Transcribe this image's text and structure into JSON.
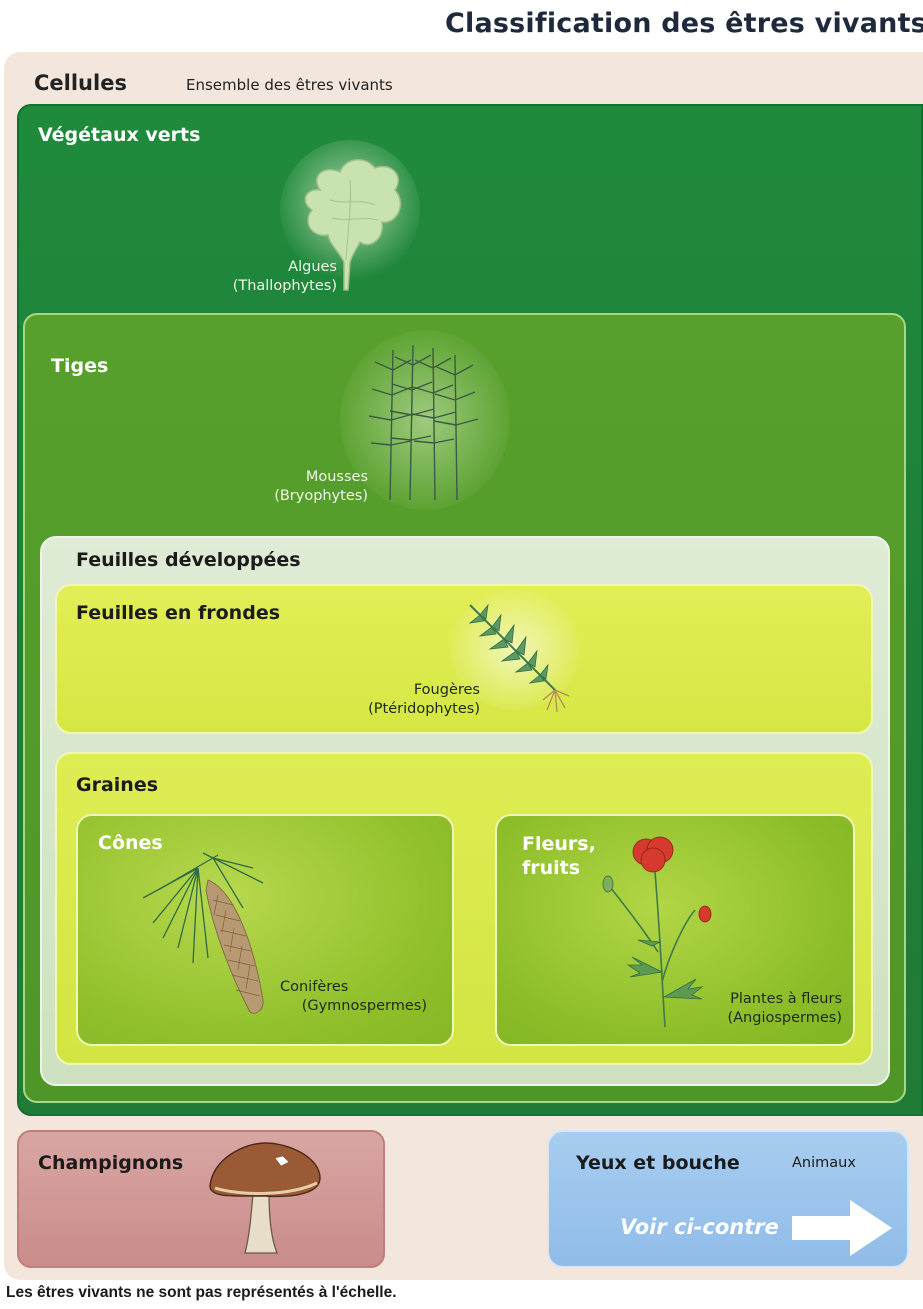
{
  "title": "Classification des êtres vivants",
  "outer": {
    "label": "Cellules",
    "subtitle": "Ensemble des êtres vivants"
  },
  "green_plants": {
    "label": "Végétaux verts",
    "caption": [
      "Algues",
      "(Thallophytes)"
    ]
  },
  "stems": {
    "label": "Tiges",
    "caption": [
      "Mousses",
      "(Bryophytes)"
    ]
  },
  "leaves": {
    "label": "Feuilles développées"
  },
  "fronds": {
    "label": "Feuilles en frondes",
    "caption": [
      "Fougères",
      "(Ptéridophytes)"
    ]
  },
  "seeds": {
    "label": "Graines"
  },
  "cones": {
    "label": "Cônes",
    "caption": [
      "Conifères",
      "(Gymnospermes)"
    ]
  },
  "flowers": {
    "label_line1": "Fleurs,",
    "label_line2": "fruits",
    "caption": [
      "Plantes à fleurs",
      "(Angiospermes)"
    ]
  },
  "fungi": {
    "label": "Champignons"
  },
  "animals": {
    "label": "Yeux et bouche",
    "subtitle": "Animaux",
    "link_label": "Voir ci-contre"
  },
  "footnote": "Les êtres vivants ne sont pas représentés à l'échelle.",
  "colors": {
    "dark_green": "#1f8a3c",
    "mid_green": "#58a02c",
    "pale_green": "#dfecd6",
    "yellow_green": "#e2ee56",
    "fungi_pink": "#d9a6a3",
    "animal_blue": "#a8cdf0"
  },
  "icons": [
    "algae-illustration",
    "moss-illustration",
    "fern-illustration",
    "conifer-cone-illustration",
    "poppy-illustration",
    "mushroom-illustration",
    "right-arrow-icon"
  ]
}
